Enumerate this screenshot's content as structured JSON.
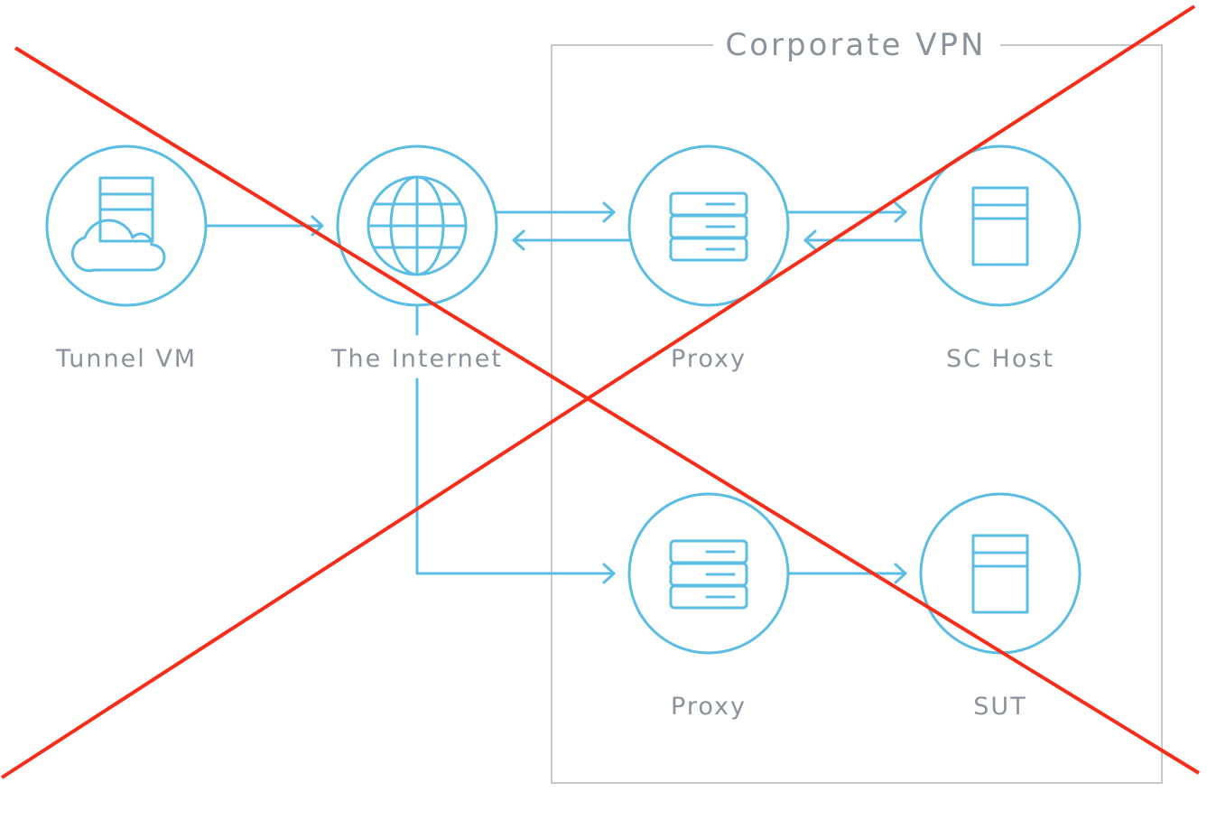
{
  "colors": {
    "accent": "#5bbde3",
    "label": "#8a939b",
    "vpn_border": "#c8c8c8",
    "strike": "#f72d1a"
  },
  "vpn": {
    "title": "Corporate VPN"
  },
  "nodes": {
    "tunnel_vm": {
      "label": "Tunnel VM",
      "icon": "cloud-server-icon"
    },
    "internet": {
      "label": "The Internet",
      "icon": "globe-icon"
    },
    "proxy_top": {
      "label": "Proxy",
      "icon": "server-rack-icon"
    },
    "sc_host": {
      "label": "SC Host",
      "icon": "server-tower-icon"
    },
    "proxy_bottom": {
      "label": "Proxy",
      "icon": "server-rack-icon"
    },
    "sut": {
      "label": "SUT",
      "icon": "server-tower-icon"
    }
  },
  "connections": [
    {
      "from": "Tunnel VM",
      "to": "The Internet",
      "direction": "one-way"
    },
    {
      "from": "The Internet",
      "to": "Proxy",
      "direction": "two-way"
    },
    {
      "from": "Proxy",
      "to": "SC Host",
      "direction": "two-way"
    },
    {
      "from": "The Internet",
      "to": "Proxy",
      "direction": "one-way",
      "route": "elbow"
    },
    {
      "from": "Proxy",
      "to": "SUT",
      "direction": "one-way"
    }
  ],
  "overlay": {
    "type": "crossed-out",
    "icon": "red-x-strike"
  }
}
